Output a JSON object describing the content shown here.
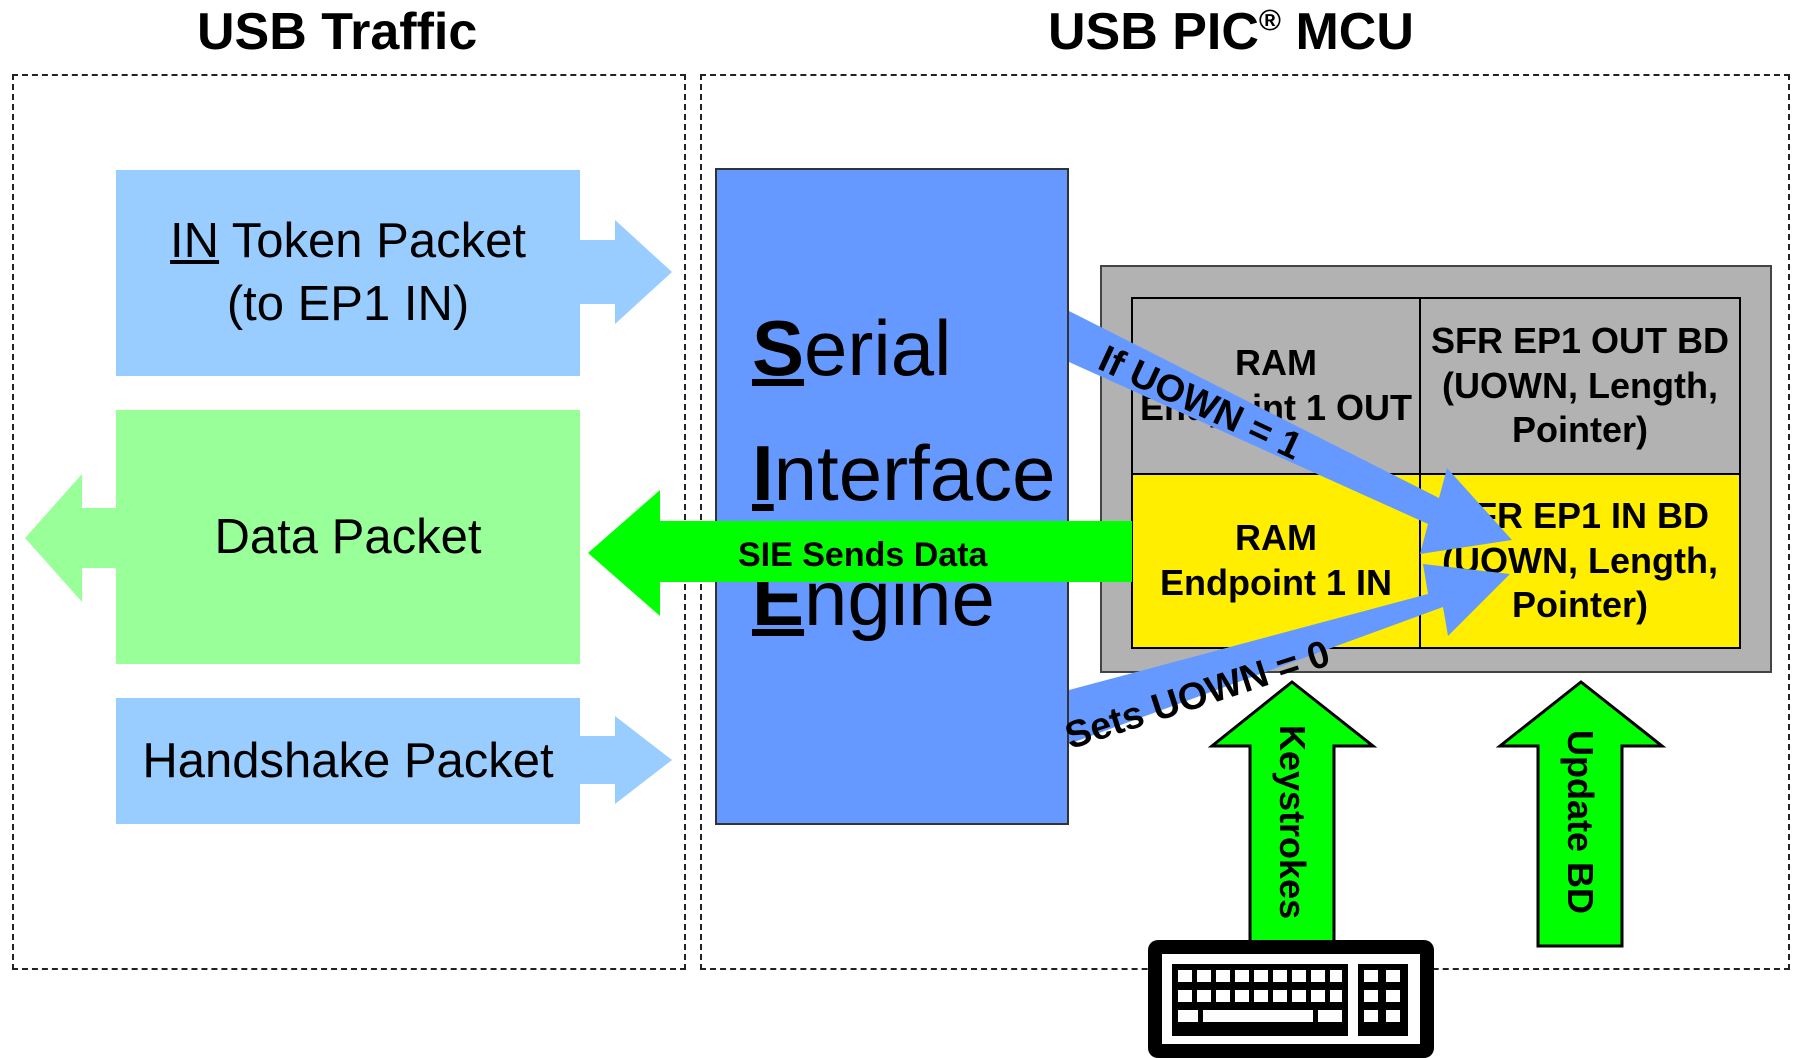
{
  "titles": {
    "usb_traffic": "USB Traffic",
    "mcu_prefix": "USB PIC",
    "mcu_reg": "®",
    "mcu_suffix": " MCU"
  },
  "packets": {
    "in_token_prefix": "IN",
    "in_token_rest": " Token Packet",
    "in_token_line2": "(to EP1 IN)",
    "data": "Data Packet",
    "handshake": "Handshake Packet"
  },
  "sie": {
    "line1_cap": "S",
    "line1_rest": "erial",
    "line2_cap": "I",
    "line2_rest": "nterface",
    "line3_cap": "E",
    "line3_rest": "ngine"
  },
  "memory": {
    "ram_out_line1": "RAM",
    "ram_out_line2": "Endpoint 1 OUT",
    "sfr_out_line1": "SFR EP1 OUT BD",
    "sfr_out_line2": "(UOWN, Length,",
    "sfr_out_line3": "Pointer)",
    "ram_in_line1": "RAM",
    "ram_in_line2": "Endpoint 1 IN",
    "sfr_in_line1": "SFR EP1 IN BD",
    "sfr_in_line2": "(UOWN, Length,",
    "sfr_in_line3": "Pointer)"
  },
  "arrow_labels": {
    "if_uown": "If UOWN = 1",
    "sie_sends": "SIE Sends Data",
    "sets_uown": "Sets UOWN = 0",
    "keystrokes": "Keystrokes",
    "update_bd": "Update BD"
  },
  "icons": {
    "keyboard": "keyboard-icon"
  },
  "colors": {
    "light_blue": "#99ccff",
    "light_green": "#99ff99",
    "sie_blue": "#6699ff",
    "gray": "#b2b2b2",
    "yellow": "#ffee00",
    "green_arrow": "#00ff00"
  }
}
